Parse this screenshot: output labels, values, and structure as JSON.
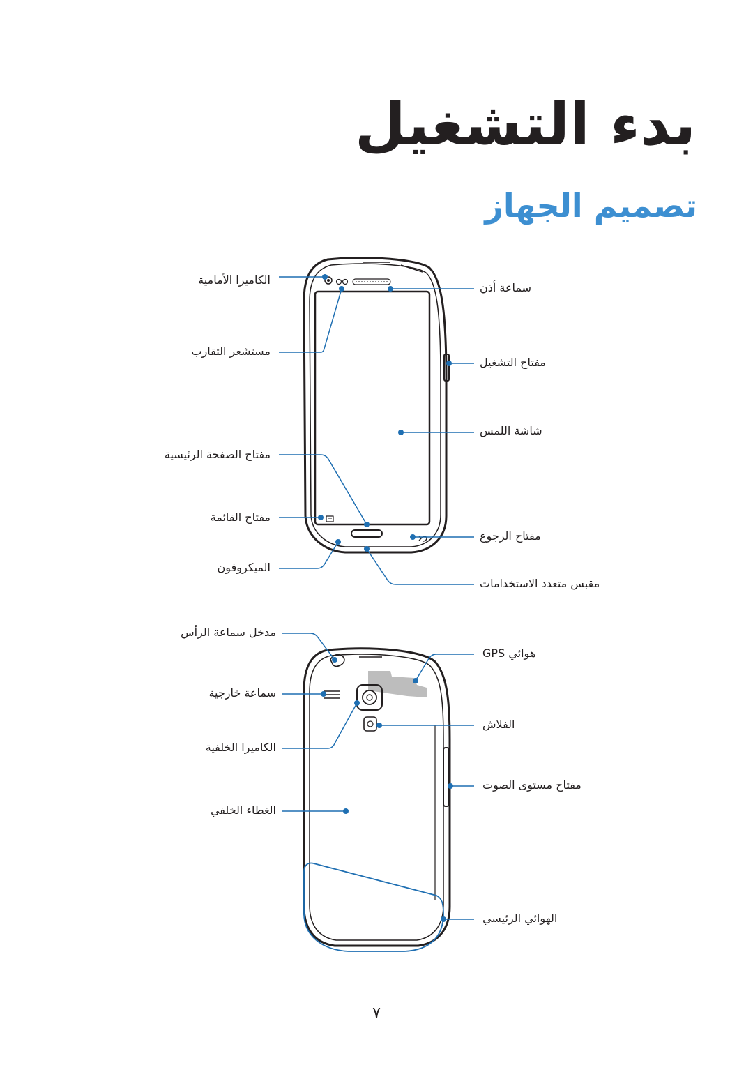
{
  "page": {
    "title": "بدء التشغيل",
    "subtitle": "تصميم الجهاز",
    "page_number": "٧"
  },
  "front_labels": {
    "front_camera": "الكاميرا الأمامية",
    "proximity_sensor": "مستشعر التقارب",
    "home_key": "مفتاح الصفحة الرئيسية",
    "menu_key": "مفتاح القائمة",
    "microphone": "الميكروفون",
    "earpiece": "سماعة أذن",
    "power_key": "مفتاح التشغيل",
    "touch_screen": "شاشة اللمس",
    "back_key": "مفتاح الرجوع",
    "multipurpose_jack": "مقبس متعدد الاستخدامات"
  },
  "back_labels": {
    "headset_jack": "مدخل سماعة الرأس",
    "speaker": "سماعة خارجية",
    "rear_camera": "الكاميرا الخلفية",
    "back_cover": "الغطاء الخلفي",
    "gps_antenna": "هوائي GPS",
    "flash": "الفلاش",
    "volume_key": "مفتاح مستوى الصوت",
    "main_antenna": "الهوائي الرئيسي"
  },
  "colors": {
    "accent": "#3d8fd1",
    "callout": "#1f6fb2",
    "text": "#231f20"
  }
}
